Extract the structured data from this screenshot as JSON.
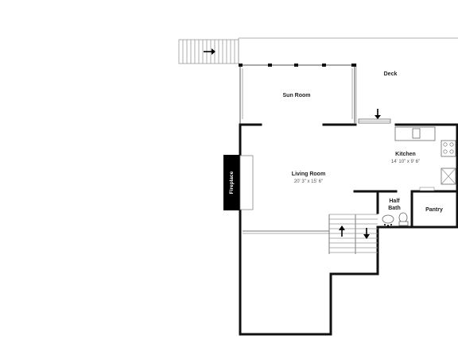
{
  "rooms": {
    "deck": {
      "label": "Deck"
    },
    "sun_room": {
      "label": "Sun Room"
    },
    "kitchen": {
      "label": "Kitchen",
      "dimensions": "14' 10\" x 9' 6\""
    },
    "living_room": {
      "label": "Living Room",
      "dimensions": "20' 3\" x 15' 6\""
    },
    "half_bath": {
      "label_line1": "Half",
      "label_line2": "Bath"
    },
    "pantry": {
      "label": "Pantry"
    },
    "fireplace": {
      "label": "Fireplace"
    }
  },
  "icons": {
    "stairs_top": "arrow-right-icon",
    "deck_entry": "arrow-down-icon",
    "stairs_up": "arrow-up-icon",
    "stairs_down": "arrow-down-icon"
  },
  "colors": {
    "wall": "#111111",
    "background": "#ffffff",
    "fireplace": "#000000"
  }
}
